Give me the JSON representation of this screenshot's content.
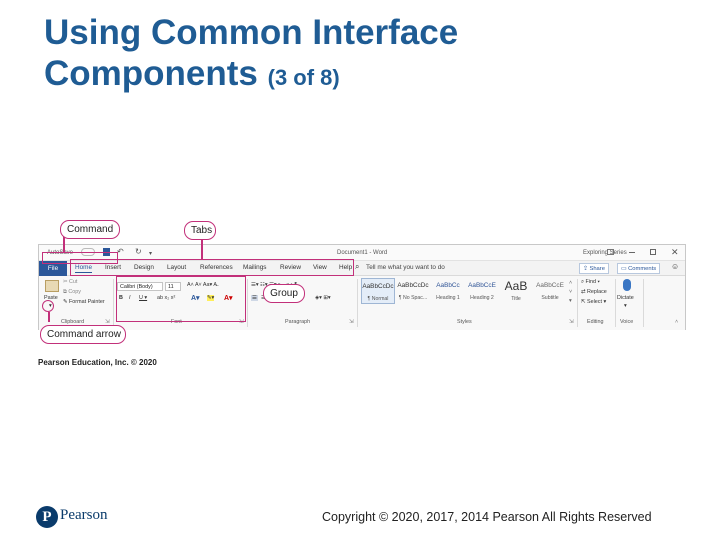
{
  "slide": {
    "title_line1": "Using Common Interface",
    "title_line2": "Components",
    "title_suffix": "(3 of 8)",
    "credit": "Pearson Education, Inc. © 2020",
    "logo_mark": "P",
    "logo_text": "Pearson",
    "copyright": "Copyright © 2020, 2017, 2014 Pearson All Rights Reserved"
  },
  "callouts": {
    "command": "Command",
    "tabs": "Tabs",
    "group": "Group",
    "command_arrow": "Command arrow"
  },
  "accent_color": "#c2307a",
  "word": {
    "autosave": "AutoSave",
    "doc_title": "Document1 - Word",
    "user": "Exploring Series",
    "tabs": [
      "File",
      "Home",
      "Insert",
      "Design",
      "Layout",
      "References",
      "Mailings",
      "Review",
      "View",
      "Help"
    ],
    "active_tab": "Home",
    "tell_me": "Tell me what you want to do",
    "share": "Share",
    "comments": "Comments",
    "clipboard": {
      "paste": "Paste",
      "cut": "Cut",
      "copy": "Copy",
      "format_painter": "Format Painter",
      "label": "Clipboard"
    },
    "font": {
      "name": "Calibri (Body)",
      "size": "11",
      "label": "Font"
    },
    "paragraph_label": "Paragraph",
    "styles": [
      {
        "sample": "AaBbCcDc",
        "name": "¶ Normal"
      },
      {
        "sample": "AaBbCcDc",
        "name": "¶ No Spac..."
      },
      {
        "sample": "AaBbCc",
        "name": "Heading 1"
      },
      {
        "sample": "AaBbCcE",
        "name": "Heading 2"
      },
      {
        "sample": "AaB",
        "name": "Title"
      },
      {
        "sample": "AaBbCcE",
        "name": "Subtitle"
      }
    ],
    "styles_label": "Styles",
    "editing": {
      "find": "Find",
      "replace": "Replace",
      "select": "Select",
      "label": "Editing"
    },
    "voice": {
      "dictate": "Dictate",
      "label": "Voice"
    }
  }
}
